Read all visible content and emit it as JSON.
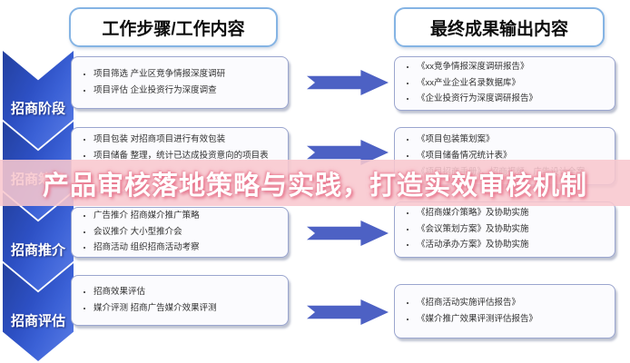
{
  "headers": {
    "work_steps": "工作步骤/工作内容",
    "final_outputs": "最终成果输出内容"
  },
  "stages": [
    {
      "label": "招商阶段",
      "work_items": [
        "项目筛选 产业区竞争情报深度调研",
        "项目评估 企业投资行为深度调查"
      ],
      "outputs": [
        "《xx竞争情报深度调研报告》",
        "《xx产业企业名录数据库》",
        "《企业投资行为深度调研报告》"
      ]
    },
    {
      "label": "招商筹备",
      "work_items": [
        "项目包装 对招商项目进行有效包装",
        "项目储备 整理，统计已达成投资意向的项目表"
      ],
      "outputs": [
        "《项目包装策划案》",
        "《项目储备情况统计表》",
        "《项目招商手册》、招商视频、广告设计全案"
      ]
    },
    {
      "label": "招商推介",
      "work_items": [
        "广告推介 招商媒介推广策略",
        "会议推介 大小型推介会",
        "招商活动 组织招商活动考察"
      ],
      "outputs": [
        "《招商媒介策略》及协助实施",
        "《会议策划方案》及协助实施",
        "《活动承办方案》及协助实施"
      ]
    },
    {
      "label": "招商评估",
      "work_items": [
        "招商效果评估",
        "媒介评测 招商广告媒介效果评测"
      ],
      "outputs": [
        "《招商活动实施评估报告》",
        "《媒介推广效果评测评估报告》"
      ]
    }
  ],
  "watermark": {
    "title": "产品审核落地策略与实践，打造实效审核机制"
  },
  "colors": {
    "chevron_blue": "#2d50c4",
    "arrow_blue": "#4d61c4",
    "header_border": "#85b4e4",
    "box_border": "#9ba6cf",
    "banner_pink": "#f8c7ce",
    "watermark_text": "#ffffff",
    "watermark_glow": "#e7728a"
  }
}
